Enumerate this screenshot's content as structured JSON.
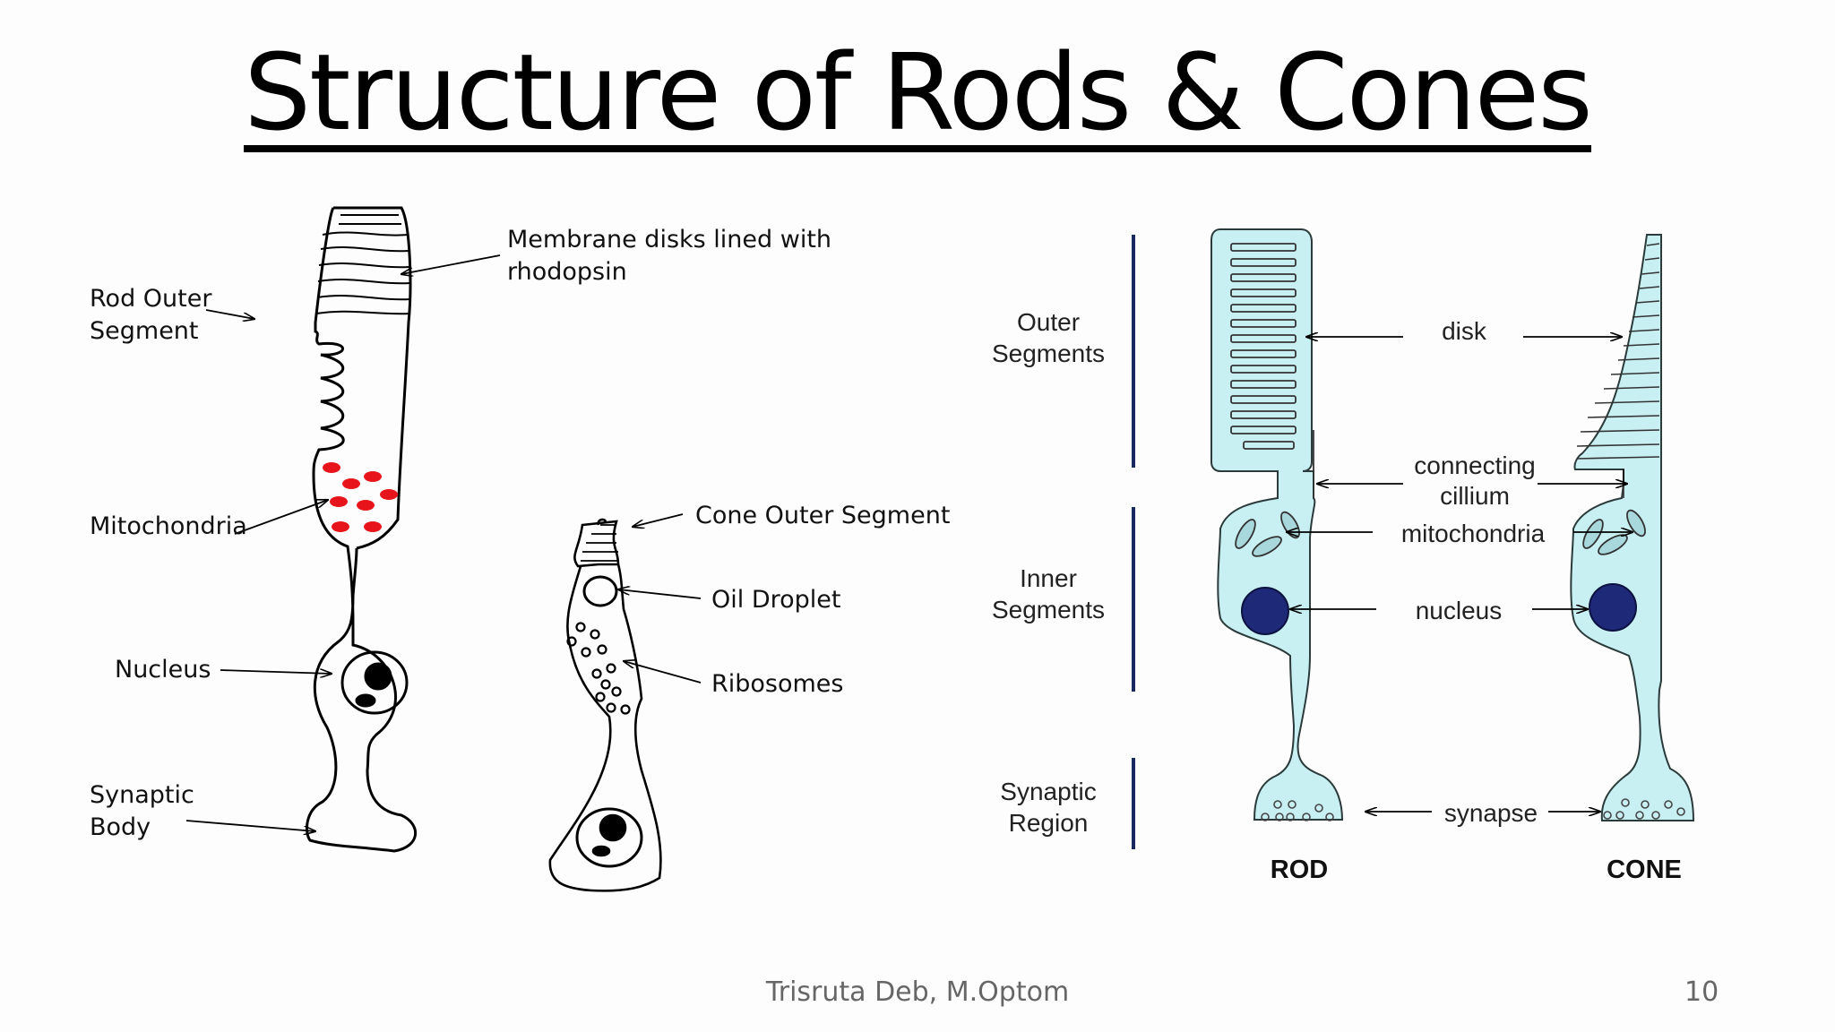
{
  "title": "Structure of Rods & Cones",
  "left_diagram": {
    "labels": {
      "membrane_disks": "Membrane disks lined with",
      "membrane_disks_2": "rhodopsin",
      "rod_outer_1": "Rod Outer",
      "rod_outer_2": "Segment",
      "mitochondria": "Mitochondria",
      "nucleus": "Nucleus",
      "synaptic_1": "Synaptic",
      "synaptic_2": "Body",
      "cone_outer": "Cone Outer Segment",
      "oil_droplet": "Oil Droplet",
      "ribosomes": "Ribosomes"
    },
    "colors": {
      "mitochondria": "#e8141c",
      "outline": "#000000"
    }
  },
  "right_diagram": {
    "labels": {
      "outer_1": "Outer",
      "outer_2": "Segments",
      "inner_1": "Inner",
      "inner_2": "Segments",
      "synaptic_1": "Synaptic",
      "synaptic_2": "Region",
      "disk": "disk",
      "connecting_1": "connecting",
      "connecting_2": "cillium",
      "mitochondria": "mitochondria",
      "nucleus": "nucleus",
      "synapse": "synapse",
      "rod": "ROD",
      "cone": "CONE"
    },
    "colors": {
      "cell_fill": "#c8f0f2",
      "nucleus": "#1e2a78",
      "bar": "#1a2a5e"
    }
  },
  "footer": {
    "author": "Trisruta Deb, M.Optom",
    "page": "10"
  }
}
